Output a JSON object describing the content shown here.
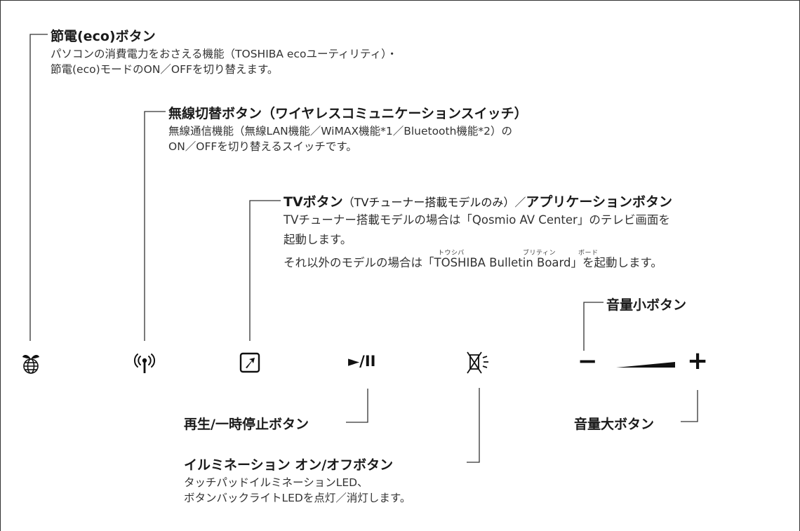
{
  "eco": {
    "title": "節電(eco)ボタン",
    "desc1": "パソコンの消費電力をおさえる機能（TOSHIBA ecoユーティリティ）・",
    "desc2": "節電(eco)モードのON／OFFを切り替えます。",
    "icon": "eco-globe-icon"
  },
  "wireless": {
    "title": "無線切替ボタン（ワイヤレスコミュニケーションスイッチ）",
    "desc1": "無線通信機能（無線LAN機能／WiMAX機能*1／Bluetooth機能*2）の",
    "desc2": "ON／OFFを切り替えるスイッチです。",
    "icon": "wireless-antenna-icon"
  },
  "tv": {
    "title_a": "TVボタン",
    "title_b": "（TVチューナー搭載モデルのみ）／",
    "title_c": "アプリケーションボタン",
    "desc1": "TVチューナー搭載モデルの場合は「Qosmio AV Center」のテレビ画面を",
    "desc2": "起動します。",
    "ruby_toshiba": "トウシバ",
    "ruby_bulletin": "ブリティン",
    "ruby_board": "ボード",
    "desc3": "それ以外のモデルの場合は「TOSHIBA Bulletin Board」を起動します。",
    "icon": "tv-app-arrow-icon"
  },
  "play": {
    "label": "再生/一時停止ボタン",
    "symbol": "►/II",
    "icon": "play-pause-icon"
  },
  "illumination": {
    "label": "イルミネーション オン/オフボタン",
    "desc1": "タッチパッドイルミネーションLED、",
    "desc2": "ボタンバックライトLEDを点灯／消灯します。",
    "icon": "illumination-off-icon"
  },
  "volume": {
    "down_label": "音量小ボタン",
    "up_label": "音量大ボタン",
    "minus": "−",
    "plus": "+",
    "icons": [
      "volume-down-icon",
      "volume-slider-icon",
      "volume-up-icon"
    ]
  }
}
